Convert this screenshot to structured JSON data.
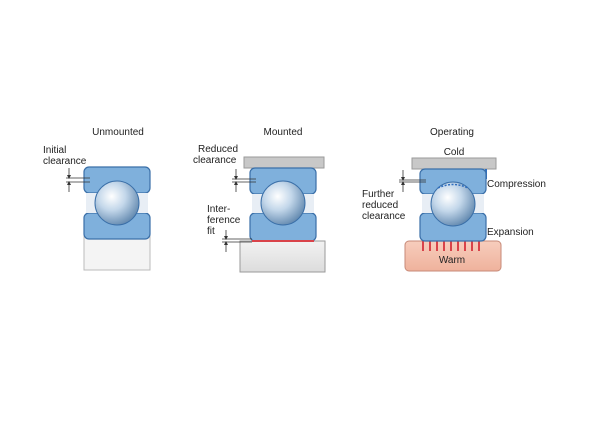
{
  "panels": {
    "unmounted": {
      "title": "Unmounted",
      "label_line1": "Initial",
      "label_line2": "clearance"
    },
    "mounted": {
      "title": "Mounted",
      "reduced_line1": "Reduced",
      "reduced_line2": "clearance",
      "fit_line1": "Inter-",
      "fit_line2": "ference",
      "fit_line3": "fit"
    },
    "operating": {
      "title": "Operating",
      "cold": "Cold",
      "compression": "Compression",
      "further_line1": "Further",
      "further_line2": "reduced",
      "further_line3": "clearance",
      "expansion": "Expansion",
      "warm": "Warm"
    }
  },
  "colors": {
    "ring_blue": "#7fb0dc",
    "ring_stroke": "#3a6fa8",
    "ball": "#c9dcee",
    "housing": "#c8c8c8",
    "shaft": "#e6e6e6",
    "warm_fill": "#f3c2b0",
    "cold_marks": "#2f6fc0",
    "warm_marks": "#d9434a"
  }
}
